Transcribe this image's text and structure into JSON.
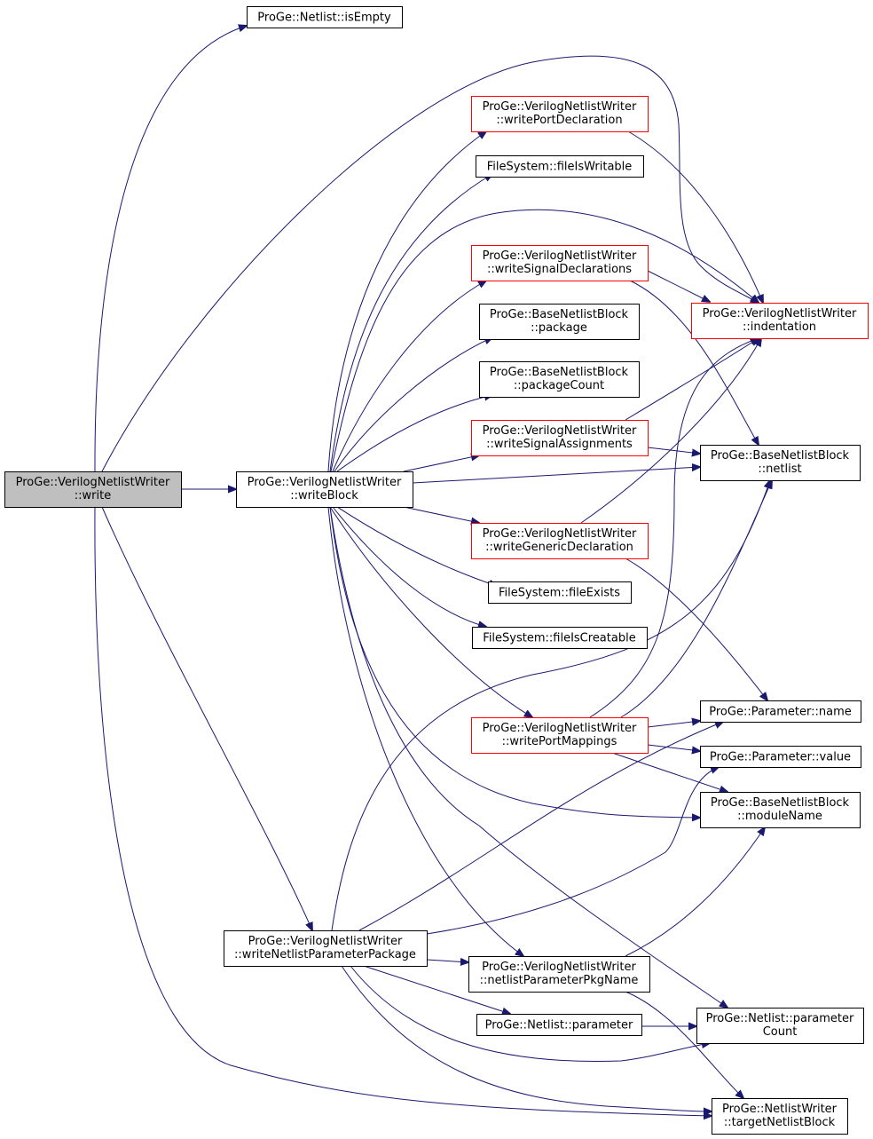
{
  "colors": {
    "edge": "#191970",
    "node_border": "#000000",
    "node_border_truncated": "#ff0000",
    "root_fill": "#bfbfbf"
  },
  "nodes": {
    "write": {
      "lines": [
        "ProGe::VerilogNetlistWriter",
        "::write"
      ]
    },
    "isEmpty": {
      "lines": [
        "ProGe::Netlist::isEmpty"
      ]
    },
    "writeBlock": {
      "lines": [
        "ProGe::VerilogNetlistWriter",
        "::writeBlock"
      ]
    },
    "writeNetlistParameterPackage": {
      "lines": [
        "ProGe::VerilogNetlistWriter",
        "::writeNetlistParameterPackage"
      ]
    },
    "writePortDeclaration": {
      "lines": [
        "ProGe::VerilogNetlistWriter",
        "::writePortDeclaration"
      ]
    },
    "fileIsWritable": {
      "lines": [
        "FileSystem::fileIsWritable"
      ]
    },
    "writeSignalDeclarations": {
      "lines": [
        "ProGe::VerilogNetlistWriter",
        "::writeSignalDeclarations"
      ]
    },
    "package": {
      "lines": [
        "ProGe::BaseNetlistBlock",
        "::package"
      ]
    },
    "packageCount": {
      "lines": [
        "ProGe::BaseNetlistBlock",
        "::packageCount"
      ]
    },
    "writeSignalAssignments": {
      "lines": [
        "ProGe::VerilogNetlistWriter",
        "::writeSignalAssignments"
      ]
    },
    "writeGenericDeclaration": {
      "lines": [
        "ProGe::VerilogNetlistWriter",
        "::writeGenericDeclaration"
      ]
    },
    "fileExists": {
      "lines": [
        "FileSystem::fileExists"
      ]
    },
    "fileIsCreatable": {
      "lines": [
        "FileSystem::fileIsCreatable"
      ]
    },
    "writePortMappings": {
      "lines": [
        "ProGe::VerilogNetlistWriter",
        "::writePortMappings"
      ]
    },
    "netlistParameterPkgName": {
      "lines": [
        "ProGe::VerilogNetlistWriter",
        "::netlistParameterPkgName"
      ]
    },
    "netlistParameter": {
      "lines": [
        "ProGe::Netlist::parameter"
      ]
    },
    "indentation": {
      "lines": [
        "ProGe::VerilogNetlistWriter",
        "::indentation"
      ]
    },
    "netlist": {
      "lines": [
        "ProGe::BaseNetlistBlock",
        "::netlist"
      ]
    },
    "paramName": {
      "lines": [
        "ProGe::Parameter::name"
      ]
    },
    "paramValue": {
      "lines": [
        "ProGe::Parameter::value"
      ]
    },
    "moduleName": {
      "lines": [
        "ProGe::BaseNetlistBlock",
        "::moduleName"
      ]
    },
    "parameterCount": {
      "lines": [
        "ProGe::Netlist::parameter",
        "Count"
      ]
    },
    "targetNetlistBlock": {
      "lines": [
        "ProGe::NetlistWriter",
        "::targetNetlistBlock"
      ]
    }
  },
  "edges": [
    [
      "write",
      "isEmpty"
    ],
    [
      "write",
      "indentation"
    ],
    [
      "write",
      "writeBlock"
    ],
    [
      "write",
      "writeNetlistParameterPackage"
    ],
    [
      "write",
      "targetNetlistBlock"
    ],
    [
      "writeBlock",
      "writePortDeclaration"
    ],
    [
      "writeBlock",
      "fileIsWritable"
    ],
    [
      "writeBlock",
      "indentation"
    ],
    [
      "writeBlock",
      "writeSignalDeclarations"
    ],
    [
      "writeBlock",
      "package"
    ],
    [
      "writeBlock",
      "packageCount"
    ],
    [
      "writeBlock",
      "writeSignalAssignments"
    ],
    [
      "writeBlock",
      "netlist"
    ],
    [
      "writeBlock",
      "writeGenericDeclaration"
    ],
    [
      "writeBlock",
      "fileExists"
    ],
    [
      "writeBlock",
      "fileIsCreatable"
    ],
    [
      "writeBlock",
      "writePortMappings"
    ],
    [
      "writeBlock",
      "moduleName"
    ],
    [
      "writeBlock",
      "netlistParameterPkgName"
    ],
    [
      "writeBlock",
      "parameterCount"
    ],
    [
      "writePortDeclaration",
      "indentation"
    ],
    [
      "writeSignalDeclarations",
      "indentation"
    ],
    [
      "writeSignalDeclarations",
      "netlist"
    ],
    [
      "writeSignalAssignments",
      "indentation"
    ],
    [
      "writeSignalAssignments",
      "netlist"
    ],
    [
      "writeGenericDeclaration",
      "indentation"
    ],
    [
      "writeGenericDeclaration",
      "paramName"
    ],
    [
      "writePortMappings",
      "indentation"
    ],
    [
      "writePortMappings",
      "netlist"
    ],
    [
      "writePortMappings",
      "paramName"
    ],
    [
      "writePortMappings",
      "paramValue"
    ],
    [
      "writePortMappings",
      "moduleName"
    ],
    [
      "writeNetlistParameterPackage",
      "netlist"
    ],
    [
      "writeNetlistParameterPackage",
      "paramName"
    ],
    [
      "writeNetlistParameterPackage",
      "paramValue"
    ],
    [
      "writeNetlistParameterPackage",
      "netlistParameterPkgName"
    ],
    [
      "writeNetlistParameterPackage",
      "netlistParameter"
    ],
    [
      "writeNetlistParameterPackage",
      "parameterCount"
    ],
    [
      "writeNetlistParameterPackage",
      "targetNetlistBlock"
    ],
    [
      "netlistParameterPkgName",
      "moduleName"
    ],
    [
      "netlistParameterPkgName",
      "targetNetlistBlock"
    ],
    [
      "netlistParameter",
      "parameterCount"
    ]
  ]
}
